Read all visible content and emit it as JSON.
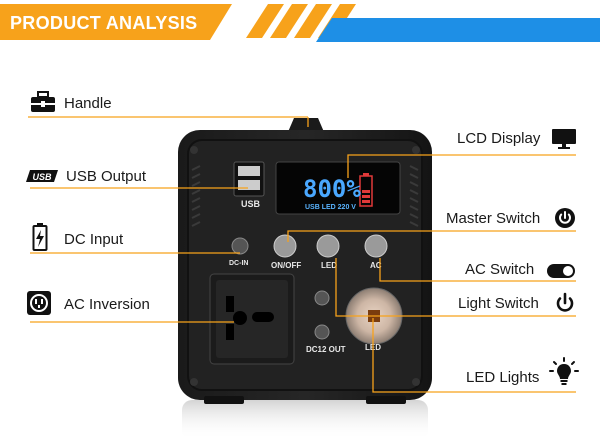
{
  "header": {
    "title": "PRODUCT ANALYSIS",
    "accent_orange": "#f7a21b",
    "accent_blue": "#1e8fe6"
  },
  "callouts": {
    "left": [
      {
        "label": "Handle",
        "icon": "toolbox-icon"
      },
      {
        "label": "USB Output",
        "icon": "usb-icon"
      },
      {
        "label": "DC Input",
        "icon": "battery-charging-icon"
      },
      {
        "label": "AC Inversion",
        "icon": "outlet-icon"
      }
    ],
    "right": [
      {
        "label": "LCD Display",
        "icon": "monitor-icon"
      },
      {
        "label": "Master Switch",
        "icon": "power-icon"
      },
      {
        "label": "AC Switch",
        "icon": "toggle-icon"
      },
      {
        "label": "Light Switch",
        "icon": "power-icon"
      },
      {
        "label": "LED Lights",
        "icon": "light-bulb-icon"
      }
    ]
  },
  "device": {
    "usb_label": "USB",
    "lcd": {
      "percent": "800%",
      "indicators": "USB LED 220 V"
    },
    "buttons": {
      "dc_in": "DC-IN",
      "on_off": "ON/OFF",
      "led": "LED",
      "ac": "AC"
    },
    "dc12_out": "DC12 OUT",
    "lamp_label": "LED"
  }
}
